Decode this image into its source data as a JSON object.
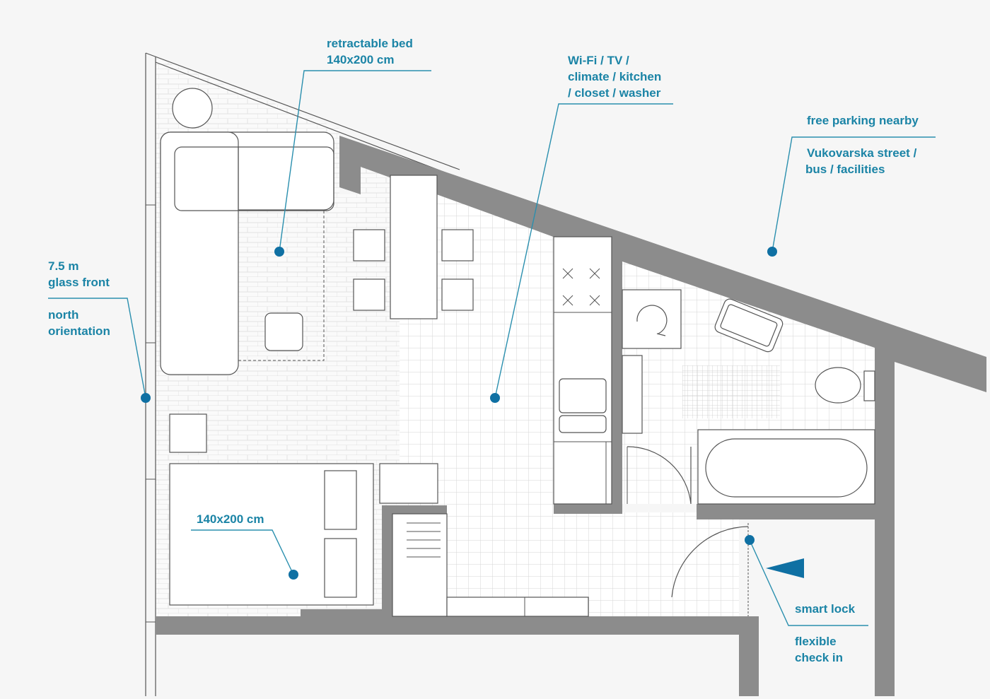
{
  "title": "Apartment floor plan",
  "colors": {
    "accent": "#1b84a6",
    "wall": "#8c8c8c",
    "dot": "#0f70a3"
  },
  "labels": {
    "bed_retract": [
      "retractable bed",
      "140x200 cm"
    ],
    "amenities": [
      "Wi-Fi / TV /",
      "climate / kitchen",
      "/ closet / washer"
    ],
    "parking": "free parking nearby",
    "location": [
      "Vukovarska street /",
      "bus / facilities"
    ],
    "glass": [
      "7.5 m",
      "glass front"
    ],
    "orientation": [
      "north",
      "orientation"
    ],
    "bed": "140x200 cm",
    "lock": "smart lock",
    "checkin": [
      "flexible",
      "check in"
    ]
  },
  "icons": {
    "entrance": "entrance-arrow-icon",
    "marker": "dot-marker-icon"
  }
}
